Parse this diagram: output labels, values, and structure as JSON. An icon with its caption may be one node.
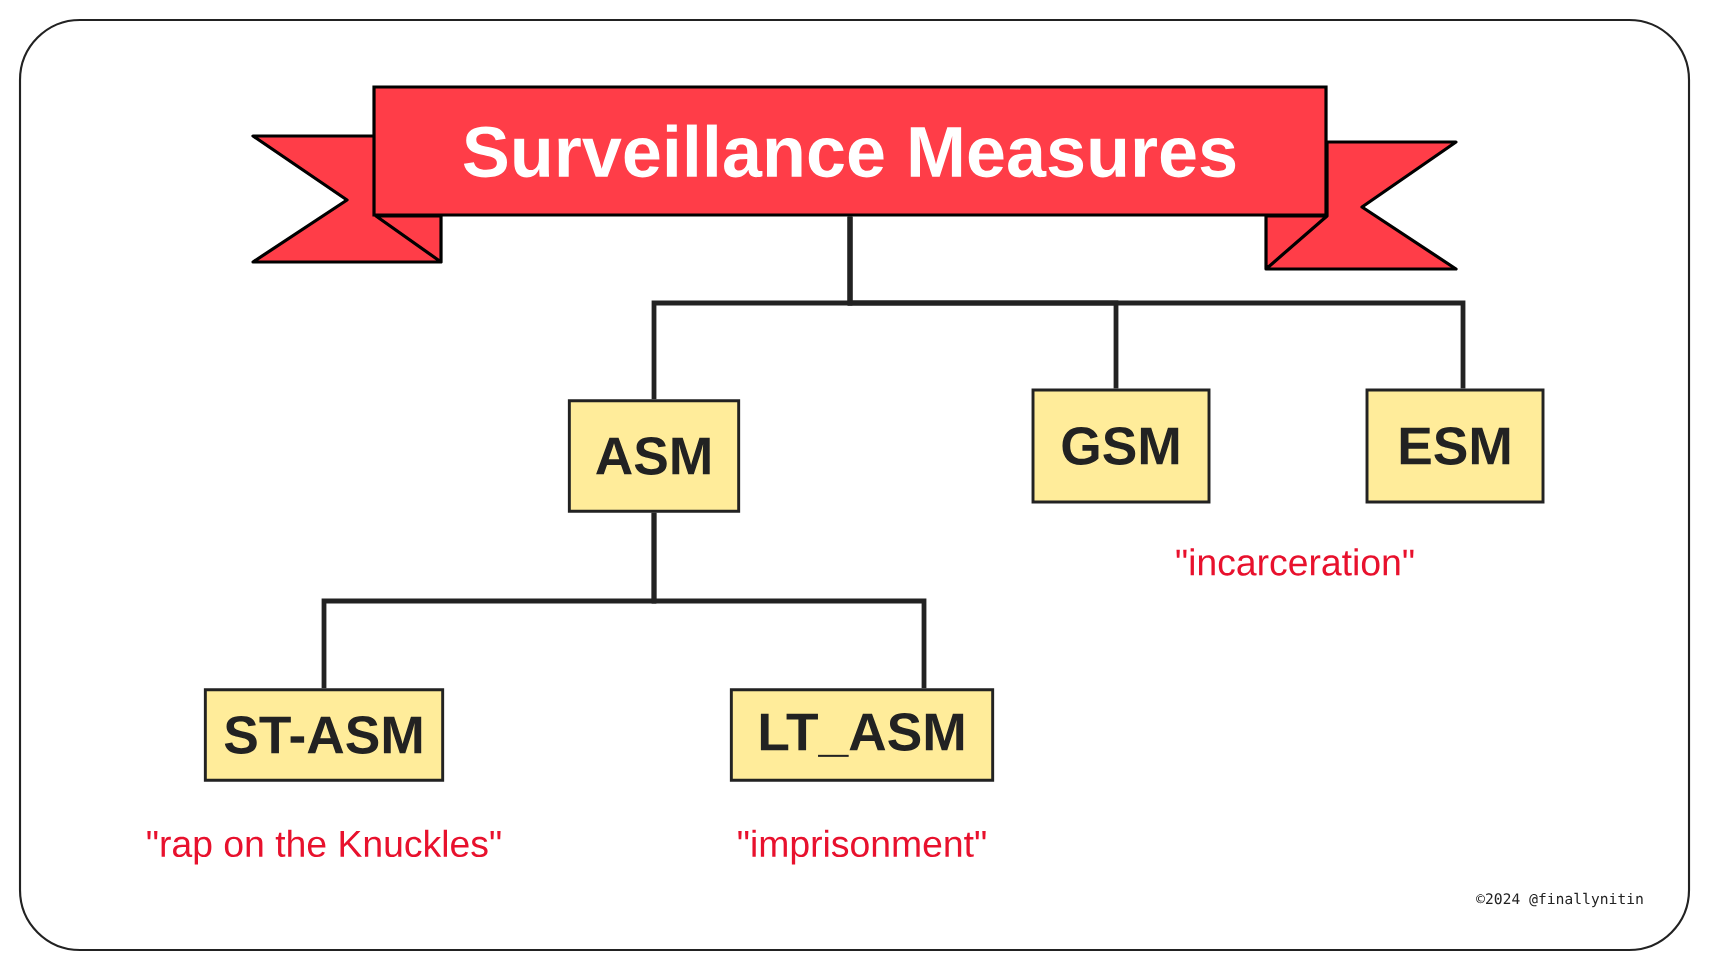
{
  "diagram": {
    "nodes": [
      {
        "text": [
          "Surveillance Measures"
        ]
      },
      {
        "text": [
          "ASM"
        ]
      },
      {
        "text": [
          "GSM"
        ]
      },
      {
        "text": [
          "ESM"
        ]
      },
      {
        "text": [
          "ST-ASM"
        ],
        "beside": [
          "\"rap on the Knuckles\""
        ]
      },
      {
        "text": [
          "LT_ASM"
        ],
        "beside": [
          "\"imprisonment\""
        ]
      }
    ],
    "edges": [
      {
        "from": 0,
        "to": 1,
        "arrow": "none"
      },
      {
        "from": 0,
        "to": 2,
        "arrow": "none"
      },
      {
        "from": 0,
        "to": 3,
        "arrow": "none"
      },
      {
        "from": 1,
        "to": 4,
        "arrow": "none"
      },
      {
        "from": 1,
        "to": 5,
        "arrow": "none"
      }
    ],
    "labels": [
      "\"incarceration\"",
      "©2024 @finallynitin"
    ]
  }
}
